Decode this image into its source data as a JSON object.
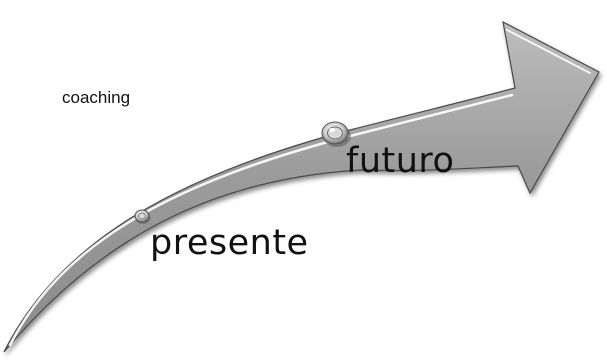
{
  "labels": {
    "title": "coaching",
    "future": "futuro",
    "present": "presente"
  },
  "icons": {
    "arrow": "curved-up-right-arrow-icon",
    "markers": [
      "ring-marker-icon",
      "ring-marker-icon"
    ]
  },
  "colors": {
    "arrow_fill": "#9a9a9a",
    "arrow_stroke": "#444444",
    "text": "#111111"
  }
}
